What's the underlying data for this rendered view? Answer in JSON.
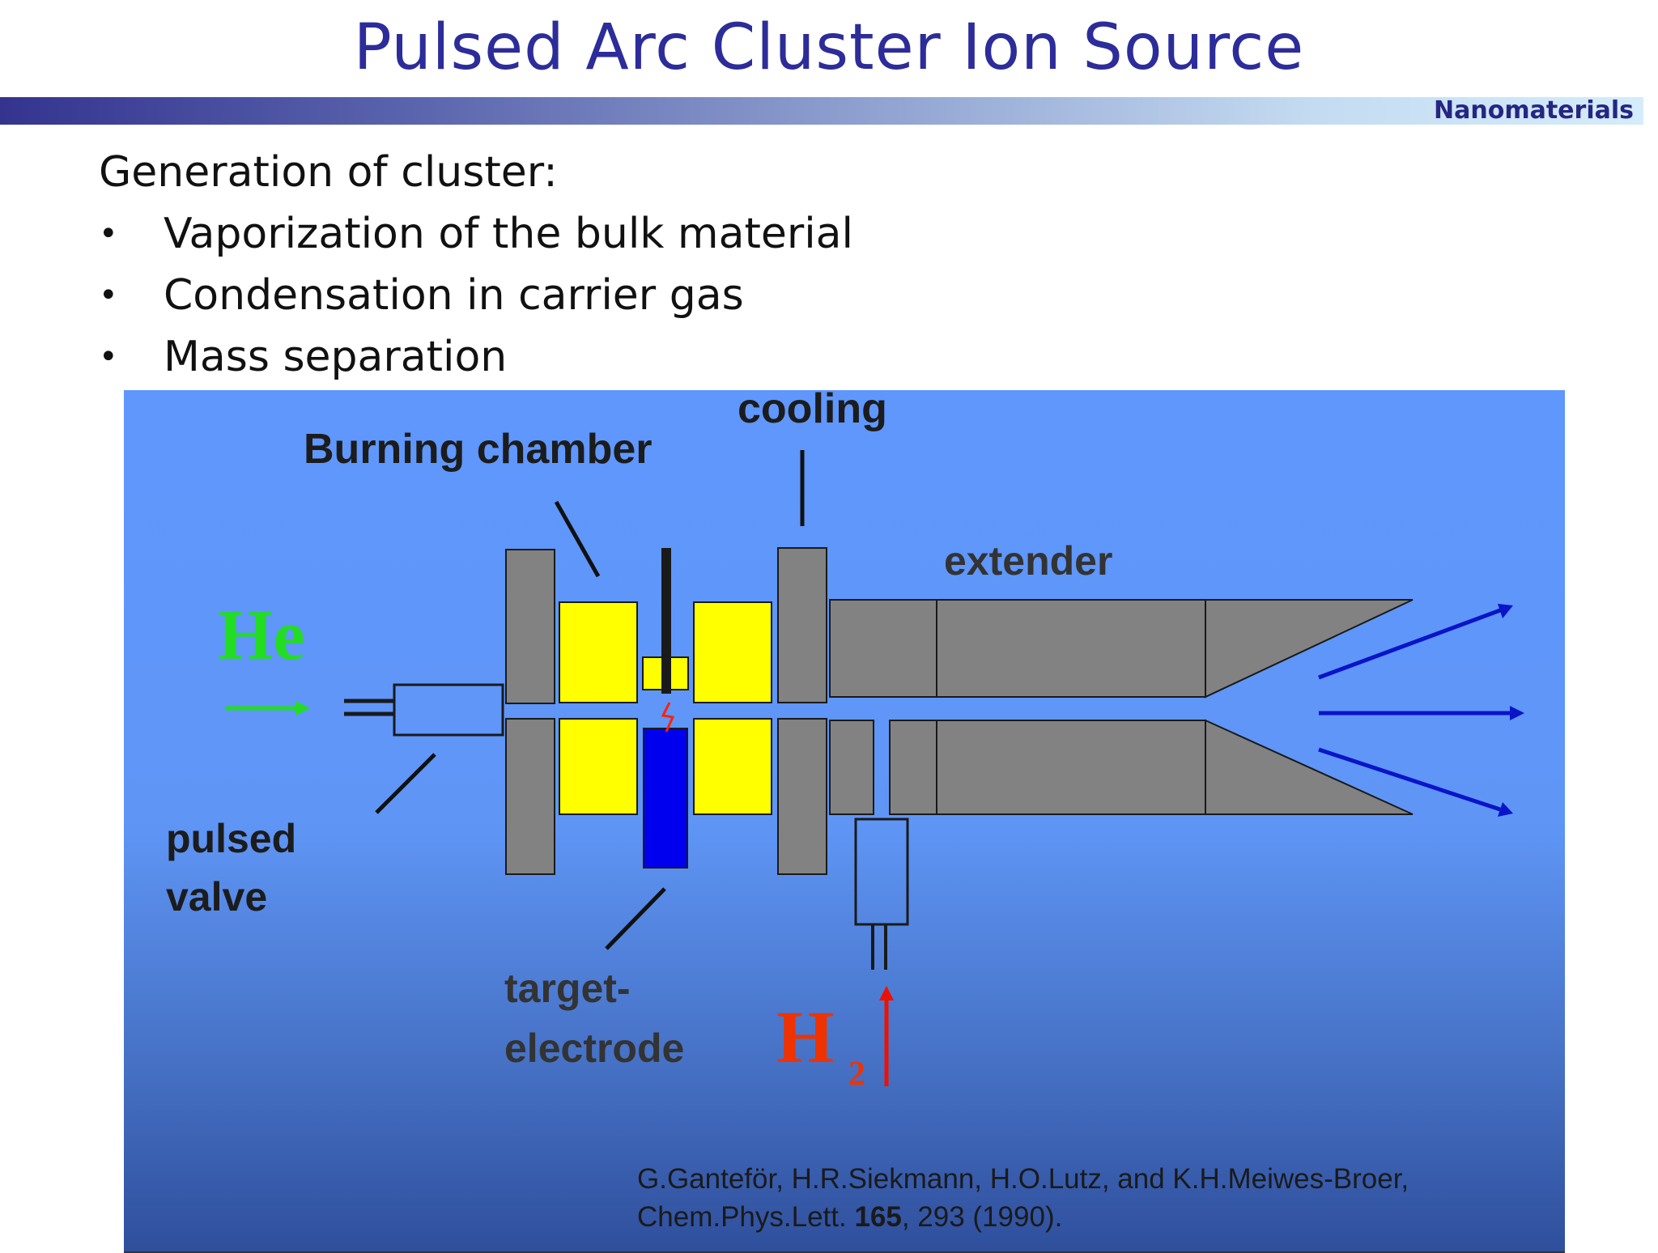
{
  "slide": {
    "title": "Pulsed Arc Cluster Ion Source",
    "banner_label": "Nanomaterials",
    "intro": "Generation of cluster:",
    "bullets": [
      "Vaporization of the bulk material",
      "Condensation in carrier gas",
      "Mass separation"
    ]
  },
  "diagram": {
    "labels": {
      "burning_chamber": "Burning chamber",
      "cooling": "cooling",
      "extender": "extender",
      "he": "He",
      "pulsed": "pulsed",
      "valve": "valve",
      "target_1": "target-",
      "target_2": "electrode",
      "h2_main": "H",
      "h2_sub": "2"
    },
    "citation": {
      "line1": "G.Ganteför, H.R.Siekmann, H.O.Lutz, and K.H.Meiwes-Broer,",
      "line2_pre": "Chem.Phys.Lett. ",
      "line2_bold": "165",
      "line2_post": ", 293 (1990)."
    },
    "colors": {
      "background_top": "#5f97fd",
      "background_bottom": "#2f4f9c",
      "metal": "#828282",
      "magnet": "#ffff00",
      "electrode": "#0000ee",
      "he_arrow": "#22dd22",
      "h2": "#ee2200",
      "output_arrows": "#0a14c8"
    }
  }
}
